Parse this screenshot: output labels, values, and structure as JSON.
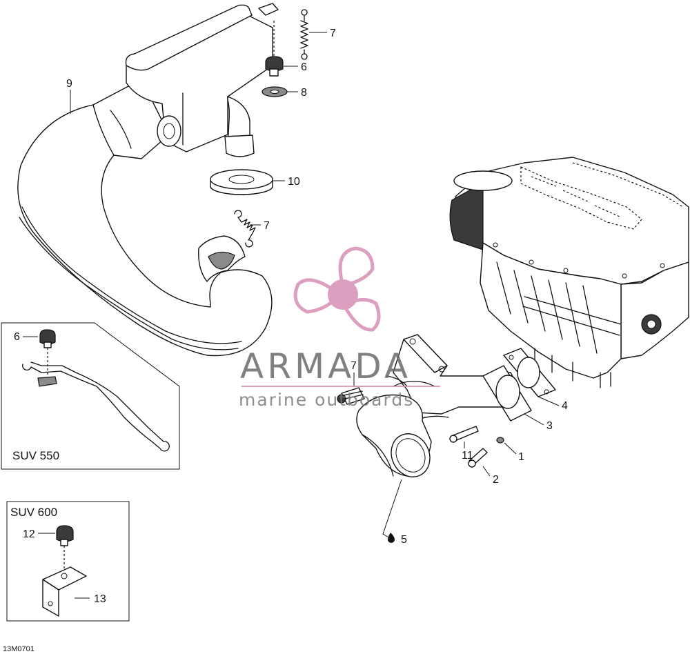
{
  "figure_id": "13M0701",
  "watermark": {
    "title": "ARMADA",
    "subtitle": "marine outboards",
    "logo_color": "#d88fb6"
  },
  "callouts": {
    "c7a": "7",
    "c6a": "6",
    "c8": "8",
    "c9": "9",
    "c10": "10",
    "c7b": "7",
    "c7c": "7",
    "c4": "4",
    "c3": "3",
    "c11": "11",
    "c1": "1",
    "c2": "2",
    "c5": "5",
    "c6b": "6",
    "c12": "12",
    "c13": "13"
  },
  "insets": {
    "suv550": {
      "title": "SUV 550"
    },
    "suv600": {
      "title": "SUV 600"
    }
  }
}
